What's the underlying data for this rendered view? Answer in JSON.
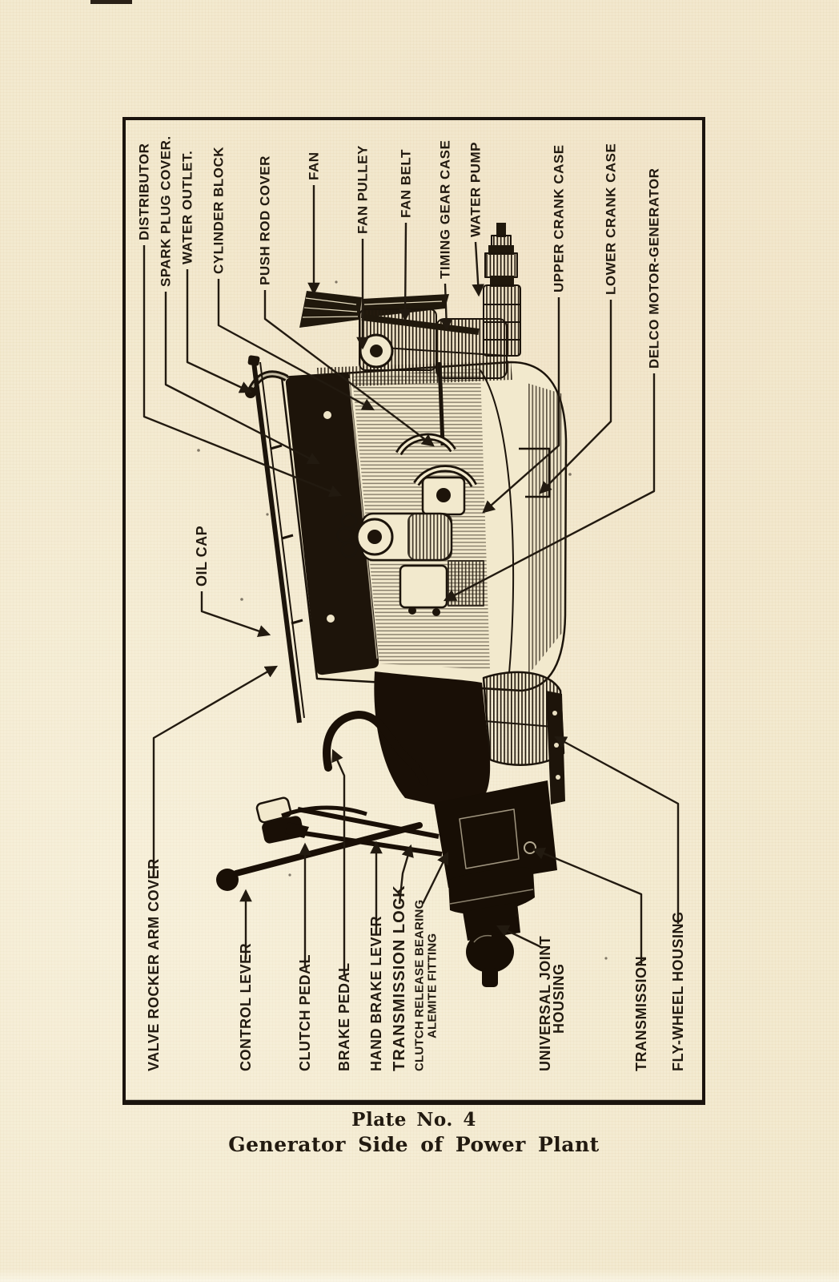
{
  "theme": {
    "paper": "#f3ead0",
    "ink": "#221a10"
  },
  "caption": {
    "line1": "Plate No. 4",
    "line2": "Generator Side of Power Plant"
  },
  "labels": {
    "distributor": "DISTRIBUTOR",
    "spark_plug_cover": "SPARK PLUG COVER.",
    "water_outlet": "WATER OUTLET.",
    "cylinder_block": "CYLINDER BLOCK",
    "push_rod_cover": "PUSH ROD COVER",
    "fan": "FAN",
    "fan_pulley": "FAN PULLEY",
    "fan_belt": "FAN BELT",
    "timing_gear_case": "TIMING GEAR CASE",
    "water_pump": "WATER PUMP",
    "upper_crank_case": "UPPER CRANK CASE",
    "lower_crank_case": "LOWER CRANK CASE",
    "delco_motor_generator": "DELCO MOTOR-GENERATOR",
    "oil_cap": "OIL CAP",
    "valve_rocker_arm_cover": "VALVE ROCKER ARM COVER",
    "control_lever": "CONTROL LEVER",
    "clutch_pedal": "CLUTCH PEDAL",
    "brake_pedal": "BRAKE PEDAL",
    "hand_brake_lever": "HAND BRAKE LEVER",
    "transmission_lock": "TRANSMISSION LOCK",
    "clutch_release_bearing_line1": "CLUTCH RELEASE BEARING",
    "clutch_release_bearing_line2": "ALEMITE FITTING",
    "universal_joint_line1": "UNIVERSAL JOINT",
    "universal_joint_line2": "HOUSING",
    "transmission": "TRANSMISSION",
    "flywheel_housing": "FLY-WHEEL HOUSING"
  }
}
